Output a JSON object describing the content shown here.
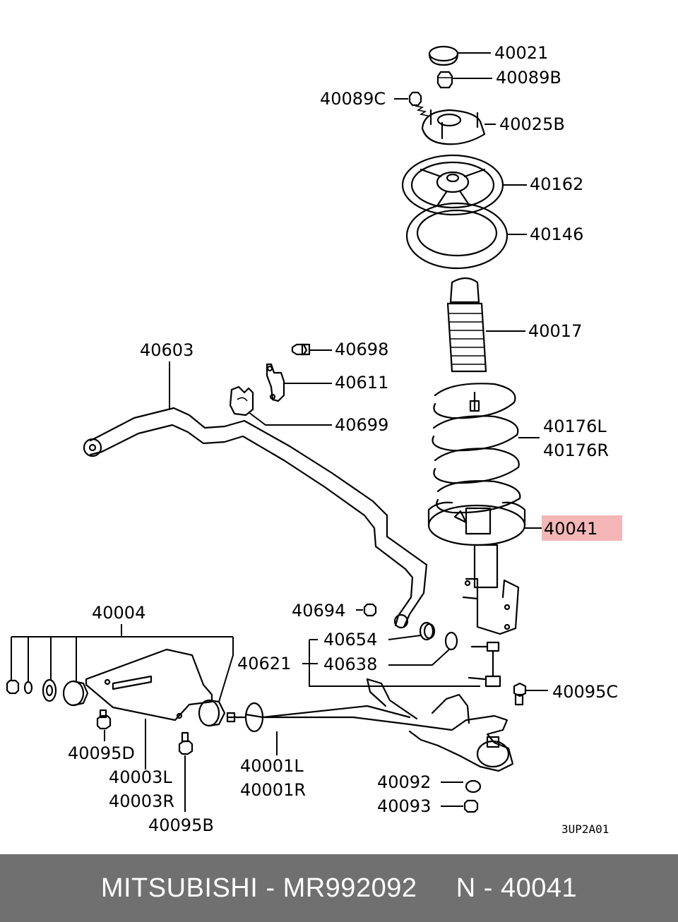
{
  "diagram": {
    "labels": {
      "p40021": "40021",
      "p40089B": "40089B",
      "p40089C": "40089C",
      "p40025B": "40025B",
      "p40162": "40162",
      "p40146": "40146",
      "p40017": "40017",
      "p40603": "40603",
      "p40698": "40698",
      "p40611": "40611",
      "p40699": "40699",
      "p40176L": "40176L",
      "p40176R": "40176R",
      "p40041": "40041",
      "p40694": "40694",
      "p40004": "40004",
      "p40654": "40654",
      "p40621": "40621",
      "p40638": "40638",
      "p40095C": "40095C",
      "p40095D": "40095D",
      "p40001L": "40001L",
      "p40001R": "40001R",
      "p40003L": "40003L",
      "p40003R": "40003R",
      "p40092": "40092",
      "p40093": "40093",
      "p40095B": "40095B"
    },
    "figure_code": "3UP2A01",
    "highlight_color": "#f4b6b6"
  },
  "footer": {
    "text": "MITSUBISHI - MR992092     N - 40041",
    "background": "#707070"
  }
}
